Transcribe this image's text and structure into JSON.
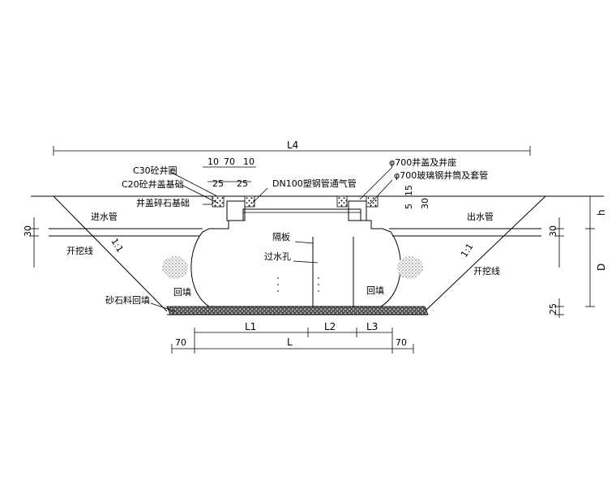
{
  "labels": {
    "c30_ring": "C30砼井圈",
    "c20_base": "C20砼井盖基础",
    "gravel_base": "井盖碎石基础",
    "inlet_pipe": "进水管",
    "excavation_left": "开挖线",
    "slope_left": "1:1",
    "baffle": "隔板",
    "flow_hole": "过水孔",
    "backfill_left": "回填",
    "backfill_right": "回填",
    "sand_backfill": "砂石料回填",
    "vent_pipe": "DN100塑钢管通气管",
    "manhole_cover": "φ700井盖及井座",
    "frp_shaft": "φ700玻璃钢井筒及套管",
    "outlet_pipe": "出水管",
    "slope_right": "1:1",
    "excavation_right": "开挖线"
  },
  "dimensions": {
    "L4": "L4",
    "d10_left": "10",
    "d70": "70",
    "d10_right": "10",
    "d25_left": "25",
    "d25_right": "25",
    "d15": "15",
    "d5": "5",
    "d30_right_small": "30",
    "h": "h",
    "D": "D",
    "d30_left": "30",
    "d30_right": "30",
    "d25_bottom": "25",
    "L1": "L1",
    "L2": "L2",
    "L3": "L3",
    "L": "L",
    "d70_left": "70",
    "d70_right": "70"
  }
}
